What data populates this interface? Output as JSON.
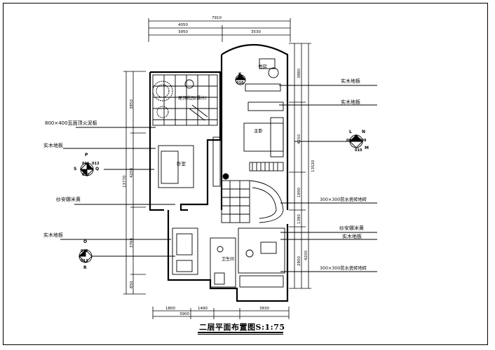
{
  "drawing": {
    "title": "二层平面布置图S:1:75",
    "dimensions": {
      "top_total": "7910",
      "top_left": "4050",
      "top_left_inner": "3950",
      "top_right": "3530",
      "bottom_total": "3900",
      "bottom_1": "1800",
      "bottom_2": "1490",
      "bottom_3": "3830",
      "left_total": "13770",
      "left_1": "3850",
      "left_2": "4250",
      "left_3": "3760",
      "left_4": "850",
      "right_total": "13520",
      "right_1": "3880",
      "right_2": "4250",
      "right_3": "1890",
      "right_4": "1380",
      "right_5": "4200",
      "right_6": "2800"
    },
    "rooms": {
      "study": "书房",
      "roof_garden": "屋顶花园(露台)",
      "master_bedroom": "主卧",
      "bedroom": "卧室",
      "bathroom": "卫生间"
    },
    "callouts_left": {
      "c1": "800×400瓦面顶火泥板",
      "c2": "实木地板",
      "c3": "纱安娜米黄",
      "c4": "实木地板"
    },
    "callouts_right": {
      "c1": "实木地板",
      "c2": "实木地板",
      "c3": "300×300防水瓷砖地砖",
      "c4": "纱安娜米黄",
      "c5": "实木地板",
      "c6": "300×300防水瓷砖地砖"
    },
    "markers": {
      "k_top": "K",
      "k_code": "010",
      "p_top": "P",
      "p_code": "011",
      "s_left": "S",
      "s_code": "012",
      "q_right": "Q",
      "q_code": "013",
      "o_top": "O",
      "o_code": "012",
      "r_bottom": "R",
      "r_code": "012",
      "l_top": "L",
      "l_code": "009",
      "n_top": "N",
      "n_code": "009",
      "m_right": "M",
      "m_code": "010"
    }
  }
}
